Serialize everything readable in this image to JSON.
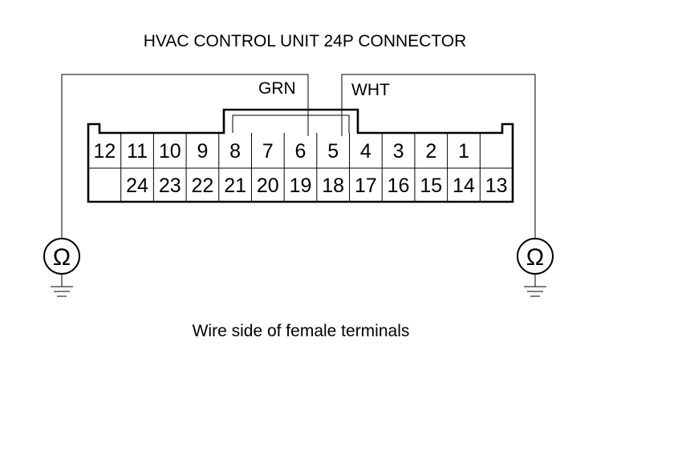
{
  "diagram": {
    "title": "HVAC CONTROL UNIT 24P CONNECTOR",
    "caption": "Wire side of female terminals",
    "wire_labels": {
      "left": "GRN",
      "right": "WHT"
    },
    "connector": {
      "top_row": [
        "12",
        "11",
        "10",
        "9",
        "8",
        "7",
        "6",
        "5",
        "4",
        "3",
        "2",
        "1",
        ""
      ],
      "bottom_row": [
        "",
        "24",
        "23",
        "22",
        "21",
        "20",
        "19",
        "18",
        "17",
        "16",
        "15",
        "14",
        "13"
      ]
    },
    "meters": {
      "left_symbol": "Ω",
      "right_symbol": "Ω"
    }
  }
}
